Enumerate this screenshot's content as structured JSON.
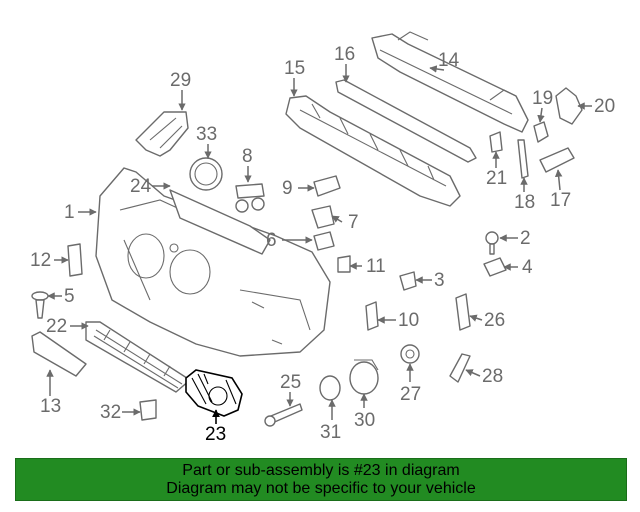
{
  "diagram": {
    "callouts": [
      "1",
      "2",
      "3",
      "4",
      "5",
      "6",
      "7",
      "8",
      "9",
      "10",
      "11",
      "12",
      "13",
      "14",
      "15",
      "16",
      "17",
      "18",
      "19",
      "20",
      "21",
      "22",
      "23",
      "24",
      "25",
      "26",
      "27",
      "28",
      "29",
      "30",
      "31",
      "32",
      "33"
    ],
    "highlighted": "23"
  },
  "footer": {
    "line1": "Part or sub-assembly is #23 in diagram",
    "line2": "Diagram may not be specific to your vehicle",
    "background": "#228b22"
  }
}
